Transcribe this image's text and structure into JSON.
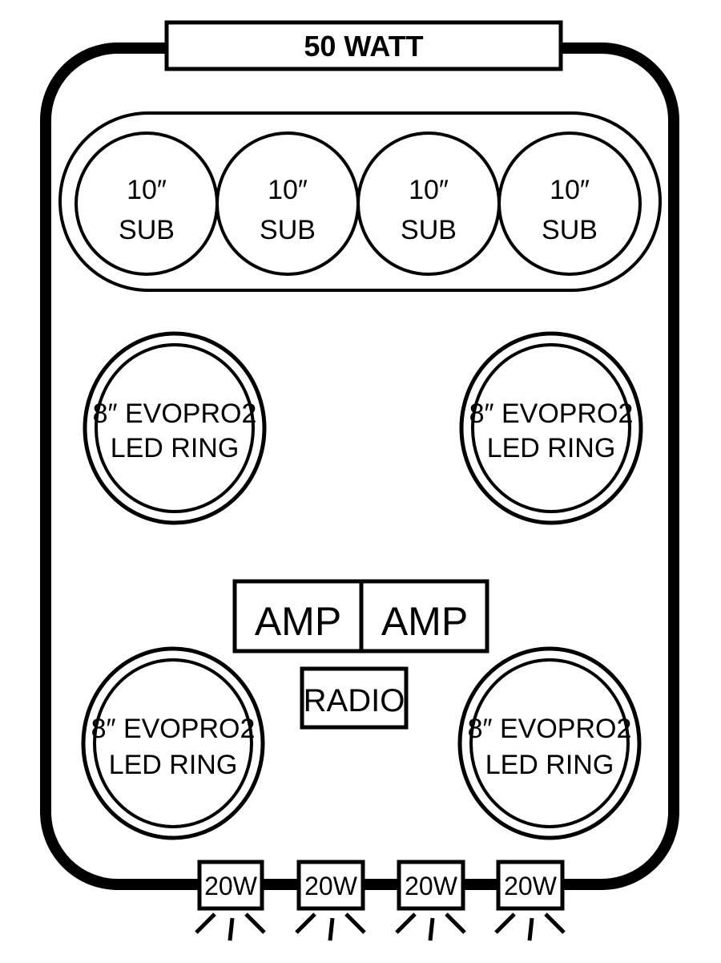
{
  "top_bar": {
    "label": "50 WATT"
  },
  "subs": [
    {
      "line1": "10″",
      "line2": "SUB"
    },
    {
      "line1": "10″",
      "line2": "SUB"
    },
    {
      "line1": "10″",
      "line2": "SUB"
    },
    {
      "line1": "10″",
      "line2": "SUB"
    }
  ],
  "speakers": {
    "top_left": {
      "line1": "8″ EVOPRO2",
      "line2": "LED RING"
    },
    "top_right": {
      "line1": "8″ EVOPRO2",
      "line2": "LED RING"
    },
    "bottom_left": {
      "line1": "8″ EVOPRO2",
      "line2": "LED RING"
    },
    "bottom_right": {
      "line1": "8″ EVOPRO2",
      "line2": "LED RING"
    }
  },
  "amps": [
    {
      "label": "AMP"
    },
    {
      "label": "AMP"
    }
  ],
  "radio": {
    "label": "RADIO"
  },
  "lights": [
    {
      "label": "20W"
    },
    {
      "label": "20W"
    },
    {
      "label": "20W"
    },
    {
      "label": "20W"
    }
  ],
  "colors": {
    "stroke": "#000000",
    "fill": "#ffffff"
  }
}
